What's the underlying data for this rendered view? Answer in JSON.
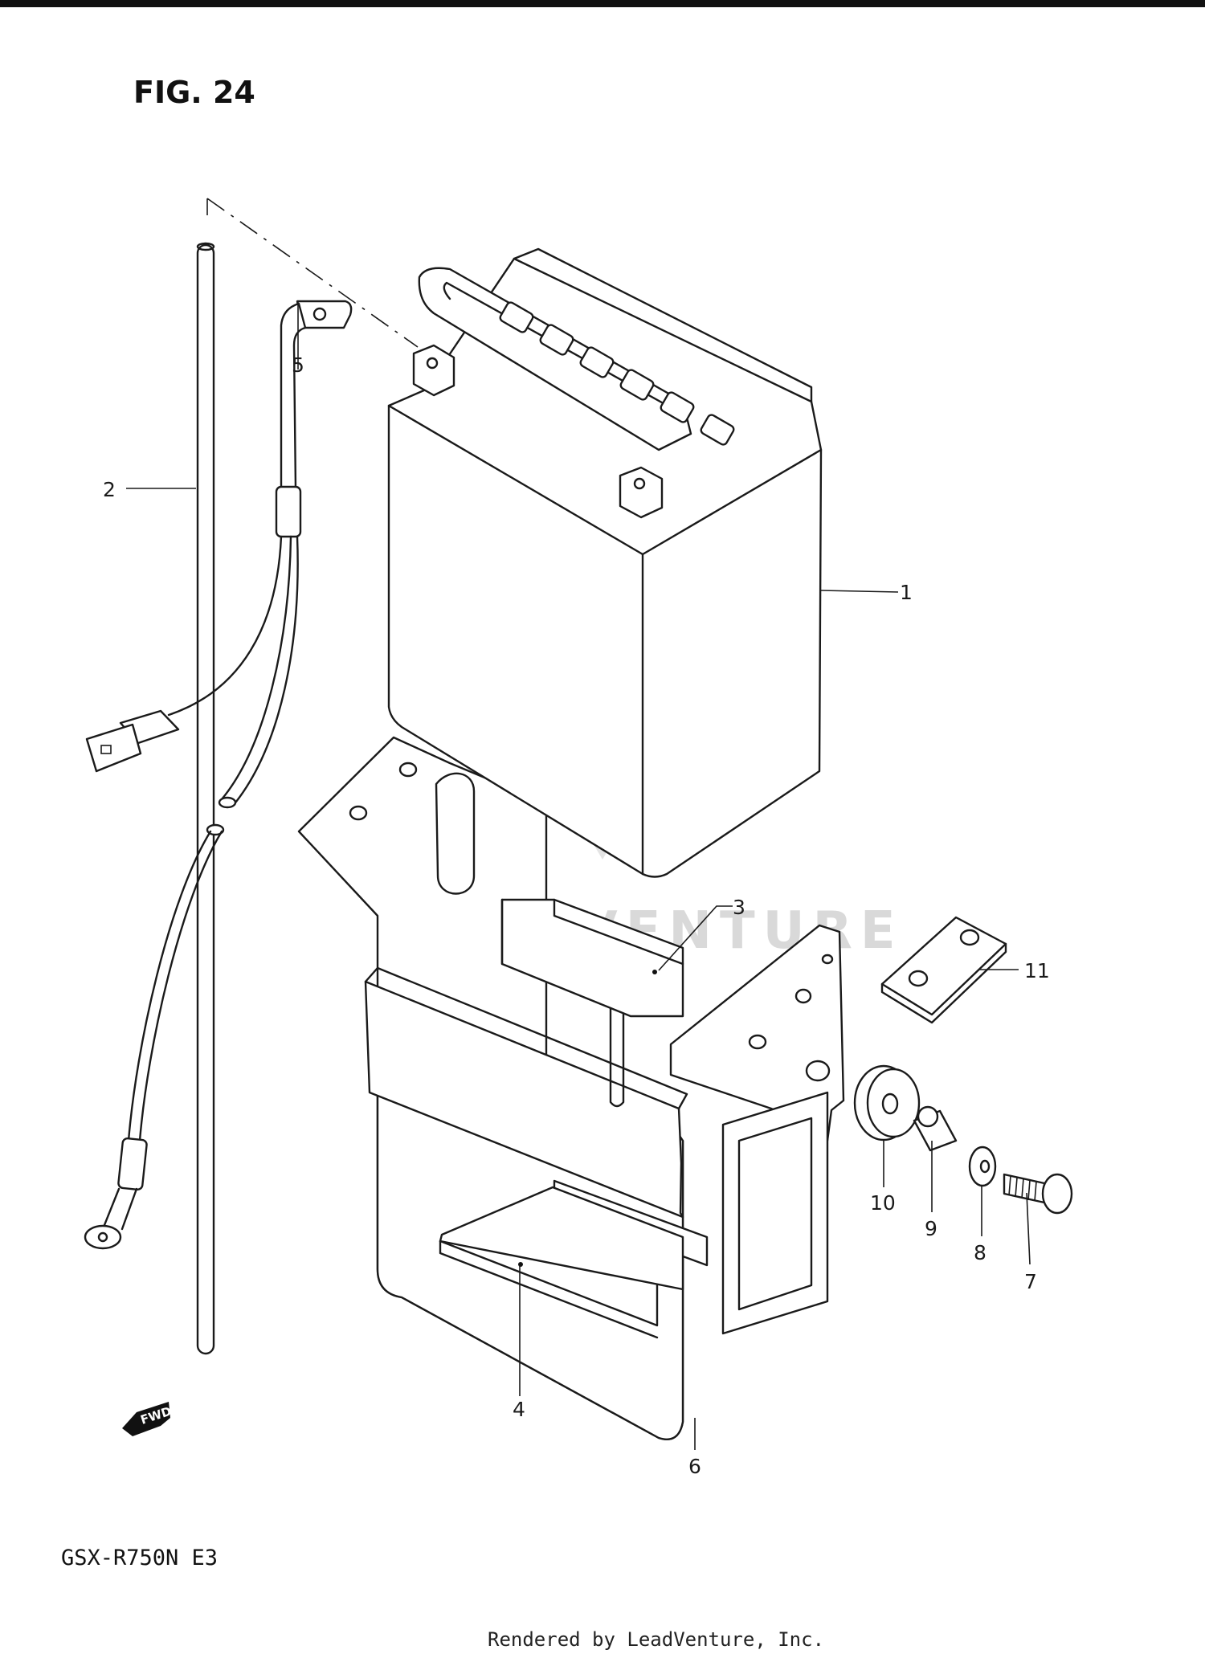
{
  "figure": {
    "title": "FIG. 24"
  },
  "model": {
    "code": "GSX-R750N  E3"
  },
  "footer": {
    "rendered_by": "Rendered by LeadVenture, Inc."
  },
  "watermark": {
    "text": "LEADVENTURE"
  },
  "direction_badge": {
    "text": "FWD"
  },
  "callouts": [
    "1",
    "2",
    "3",
    "4",
    "5",
    "6",
    "7",
    "8",
    "9",
    "10",
    "11"
  ]
}
